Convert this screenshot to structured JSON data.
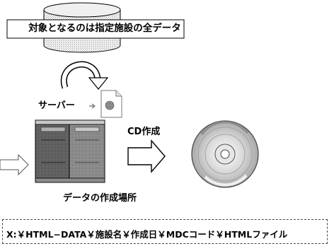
{
  "scope_label": "対象となるのは指定施設の全データ",
  "server_label": "サーバー",
  "cd_label": "CD作成",
  "place_label": "データの作成場所",
  "path_text": "X:￥HTML−DATA￥施設名￥作成日￥MDCコード￥HTMLファイル"
}
